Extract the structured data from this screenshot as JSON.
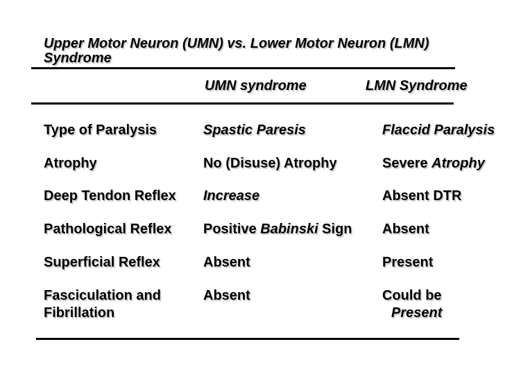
{
  "slide": {
    "title": {
      "line1": "Upper Motor Neuron (UMN) vs. Lower Motor Neuron (LMN)",
      "line2": "Syndrome"
    },
    "columns": {
      "umn": "UMN syndrome",
      "lmn": "LMN Syndrome"
    },
    "rows": [
      {
        "label": [
          [
            {
              "t": "Type of Paralysis"
            }
          ]
        ],
        "umn": [
          [
            {
              "t": "Spastic Paresis",
              "i": true
            }
          ]
        ],
        "lmn": [
          [
            {
              "t": "Flaccid Paralysis",
              "i": true
            }
          ]
        ]
      },
      {
        "label": [
          [
            {
              "t": "Atrophy"
            }
          ]
        ],
        "umn": [
          [
            {
              "t": "No (Disuse) Atrophy"
            }
          ]
        ],
        "lmn": [
          [
            {
              "t": "Severe "
            },
            {
              "t": "Atrophy",
              "i": true
            }
          ]
        ]
      },
      {
        "label": [
          [
            {
              "t": "Deep Tendon Reflex"
            }
          ]
        ],
        "umn": [
          [
            {
              "t": "Increase",
              "i": true
            }
          ]
        ],
        "lmn": [
          [
            {
              "t": "Absent DTR"
            }
          ]
        ]
      },
      {
        "label": [
          [
            {
              "t": "Pathological Reflex"
            }
          ]
        ],
        "umn": [
          [
            {
              "t": "Positive "
            },
            {
              "t": "Babinski",
              "i": true
            },
            {
              "t": " Sign"
            }
          ]
        ],
        "lmn": [
          [
            {
              "t": "Absent"
            }
          ]
        ]
      },
      {
        "label": [
          [
            {
              "t": "Superficial Reflex"
            }
          ]
        ],
        "umn": [
          [
            {
              "t": "Absent"
            }
          ]
        ],
        "lmn": [
          [
            {
              "t": "Present"
            }
          ]
        ]
      },
      {
        "label": [
          [
            {
              "t": "Fasciculation and"
            }
          ],
          [
            {
              "t": "Fibrillation"
            }
          ]
        ],
        "umn": [
          [
            {
              "t": "Absent"
            }
          ]
        ],
        "lmn": [
          [
            {
              "t": "Could be"
            }
          ],
          [
            {
              "t": "Present",
              "i": true,
              "indent": 13
            }
          ]
        ]
      }
    ],
    "colors": {
      "background": "#ffffff",
      "text": "#000000",
      "rule": "#000000"
    }
  }
}
